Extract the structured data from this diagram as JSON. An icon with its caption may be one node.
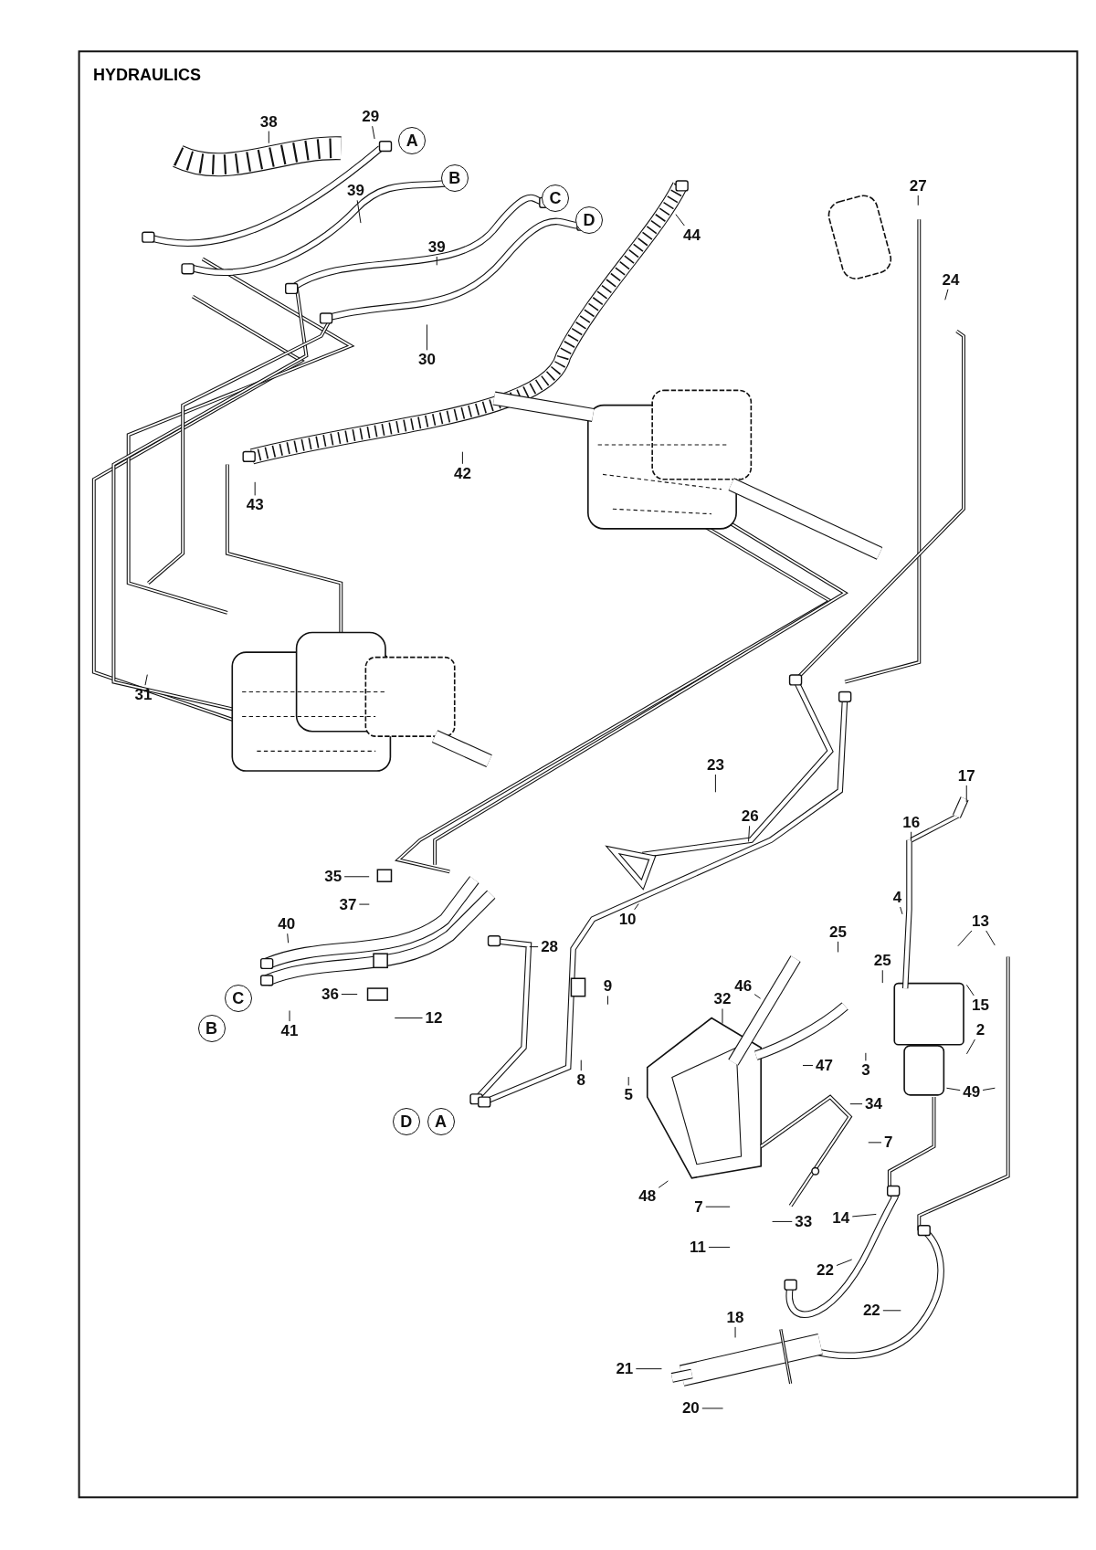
{
  "diagram": {
    "title": "HYDRAULICS",
    "nodes": [
      {
        "text": [
          "38"
        ]
      },
      {
        "text": [
          "29"
        ]
      },
      {
        "text": [
          "A"
        ]
      },
      {
        "text": [
          "B"
        ]
      },
      {
        "text": [
          "C"
        ]
      },
      {
        "text": [
          "D"
        ]
      },
      {
        "text": [
          "39"
        ]
      },
      {
        "text": [
          "27"
        ]
      },
      {
        "text": [
          "44"
        ]
      },
      {
        "text": [
          "39"
        ]
      },
      {
        "text": [
          "24"
        ]
      },
      {
        "text": [
          "30"
        ]
      },
      {
        "text": [
          "42"
        ]
      },
      {
        "text": [
          "43"
        ]
      },
      {
        "text": [
          "31"
        ]
      },
      {
        "text": [
          "23"
        ]
      },
      {
        "text": [
          "17"
        ]
      },
      {
        "text": [
          "26"
        ]
      },
      {
        "text": [
          "16"
        ]
      },
      {
        "text": [
          "35"
        ]
      },
      {
        "text": [
          "37"
        ]
      },
      {
        "text": [
          "4"
        ]
      },
      {
        "text": [
          "40"
        ]
      },
      {
        "text": [
          "10"
        ]
      },
      {
        "text": [
          "13"
        ]
      },
      {
        "text": [
          "25"
        ]
      },
      {
        "text": [
          "28"
        ]
      },
      {
        "text": [
          "25"
        ]
      },
      {
        "text": [
          "46"
        ]
      },
      {
        "text": [
          "9"
        ]
      },
      {
        "text": [
          "36"
        ]
      },
      {
        "text": [
          "C"
        ]
      },
      {
        "text": [
          "32"
        ]
      },
      {
        "text": [
          "15"
        ]
      },
      {
        "text": [
          "12"
        ]
      },
      {
        "text": [
          "B"
        ]
      },
      {
        "text": [
          "41"
        ]
      },
      {
        "text": [
          "2"
        ]
      },
      {
        "text": [
          "47"
        ]
      },
      {
        "text": [
          "3"
        ]
      },
      {
        "text": [
          "8"
        ]
      },
      {
        "text": [
          "49"
        ]
      },
      {
        "text": [
          "5"
        ]
      },
      {
        "text": [
          "34"
        ]
      },
      {
        "text": [
          "D"
        ]
      },
      {
        "text": [
          "A"
        ]
      },
      {
        "text": [
          "7"
        ]
      },
      {
        "text": [
          "48"
        ]
      },
      {
        "text": [
          "7"
        ]
      },
      {
        "text": [
          "14"
        ]
      },
      {
        "text": [
          "33"
        ]
      },
      {
        "text": [
          "11"
        ]
      },
      {
        "text": [
          "22"
        ]
      },
      {
        "text": [
          "22"
        ]
      },
      {
        "text": [
          "18"
        ]
      },
      {
        "text": [
          "21"
        ]
      },
      {
        "text": [
          "20"
        ]
      }
    ],
    "edges": [
      {
        "from": 0,
        "to": null,
        "arrow": "none"
      },
      {
        "from": 1,
        "to": null,
        "arrow": "none"
      },
      {
        "from": 6,
        "to": null,
        "arrow": "none"
      },
      {
        "from": 7,
        "to": null,
        "arrow": "none"
      },
      {
        "from": 8,
        "to": null,
        "arrow": "none"
      },
      {
        "from": 9,
        "to": null,
        "arrow": "none"
      },
      {
        "from": 10,
        "to": null,
        "arrow": "none"
      },
      {
        "from": 11,
        "to": null,
        "arrow": "none"
      },
      {
        "from": 12,
        "to": null,
        "arrow": "none"
      },
      {
        "from": 13,
        "to": null,
        "arrow": "none"
      },
      {
        "from": 14,
        "to": null,
        "arrow": "none"
      },
      {
        "from": 15,
        "to": null,
        "arrow": "none"
      },
      {
        "from": 16,
        "to": null,
        "arrow": "none"
      },
      {
        "from": 17,
        "to": null,
        "arrow": "none"
      },
      {
        "from": 18,
        "to": null,
        "arrow": "none"
      },
      {
        "from": 19,
        "to": null,
        "arrow": "none"
      },
      {
        "from": 20,
        "to": null,
        "arrow": "none"
      },
      {
        "from": 21,
        "to": null,
        "arrow": "none"
      },
      {
        "from": 22,
        "to": null,
        "arrow": "none"
      },
      {
        "from": 23,
        "to": null,
        "arrow": "none"
      },
      {
        "from": 24,
        "to": null,
        "arrow": "none"
      },
      {
        "from": 24,
        "to": null,
        "arrow": "none"
      },
      {
        "from": 25,
        "to": null,
        "arrow": "none"
      },
      {
        "from": 26,
        "to": null,
        "arrow": "none"
      },
      {
        "from": 27,
        "to": null,
        "arrow": "none"
      },
      {
        "from": 28,
        "to": null,
        "arrow": "none"
      },
      {
        "from": 29,
        "to": null,
        "arrow": "none"
      },
      {
        "from": 30,
        "to": null,
        "arrow": "none"
      },
      {
        "from": 32,
        "to": null,
        "arrow": "none"
      },
      {
        "from": 33,
        "to": null,
        "arrow": "none"
      },
      {
        "from": 34,
        "to": null,
        "arrow": "none"
      },
      {
        "from": 36,
        "to": null,
        "arrow": "none"
      },
      {
        "from": 37,
        "to": null,
        "arrow": "none"
      },
      {
        "from": 38,
        "to": null,
        "arrow": "none"
      },
      {
        "from": 39,
        "to": null,
        "arrow": "none"
      },
      {
        "from": 40,
        "to": null,
        "arrow": "none"
      },
      {
        "from": 41,
        "to": null,
        "arrow": "none"
      },
      {
        "from": 41,
        "to": null,
        "arrow": "none"
      },
      {
        "from": 42,
        "to": null,
        "arrow": "none"
      },
      {
        "from": 43,
        "to": null,
        "arrow": "none"
      },
      {
        "from": 46,
        "to": null,
        "arrow": "none"
      },
      {
        "from": 47,
        "to": null,
        "arrow": "none"
      },
      {
        "from": 48,
        "to": null,
        "arrow": "none"
      },
      {
        "from": 49,
        "to": null,
        "arrow": "none"
      },
      {
        "from": 50,
        "to": null,
        "arrow": "none"
      },
      {
        "from": 51,
        "to": null,
        "arrow": "none"
      },
      {
        "from": 52,
        "to": null,
        "arrow": "none"
      },
      {
        "from": 53,
        "to": null,
        "arrow": "none"
      },
      {
        "from": 54,
        "to": null,
        "arrow": "none"
      },
      {
        "from": 55,
        "to": null,
        "arrow": "none"
      },
      {
        "from": 56,
        "to": null,
        "arrow": "none"
      }
    ]
  }
}
